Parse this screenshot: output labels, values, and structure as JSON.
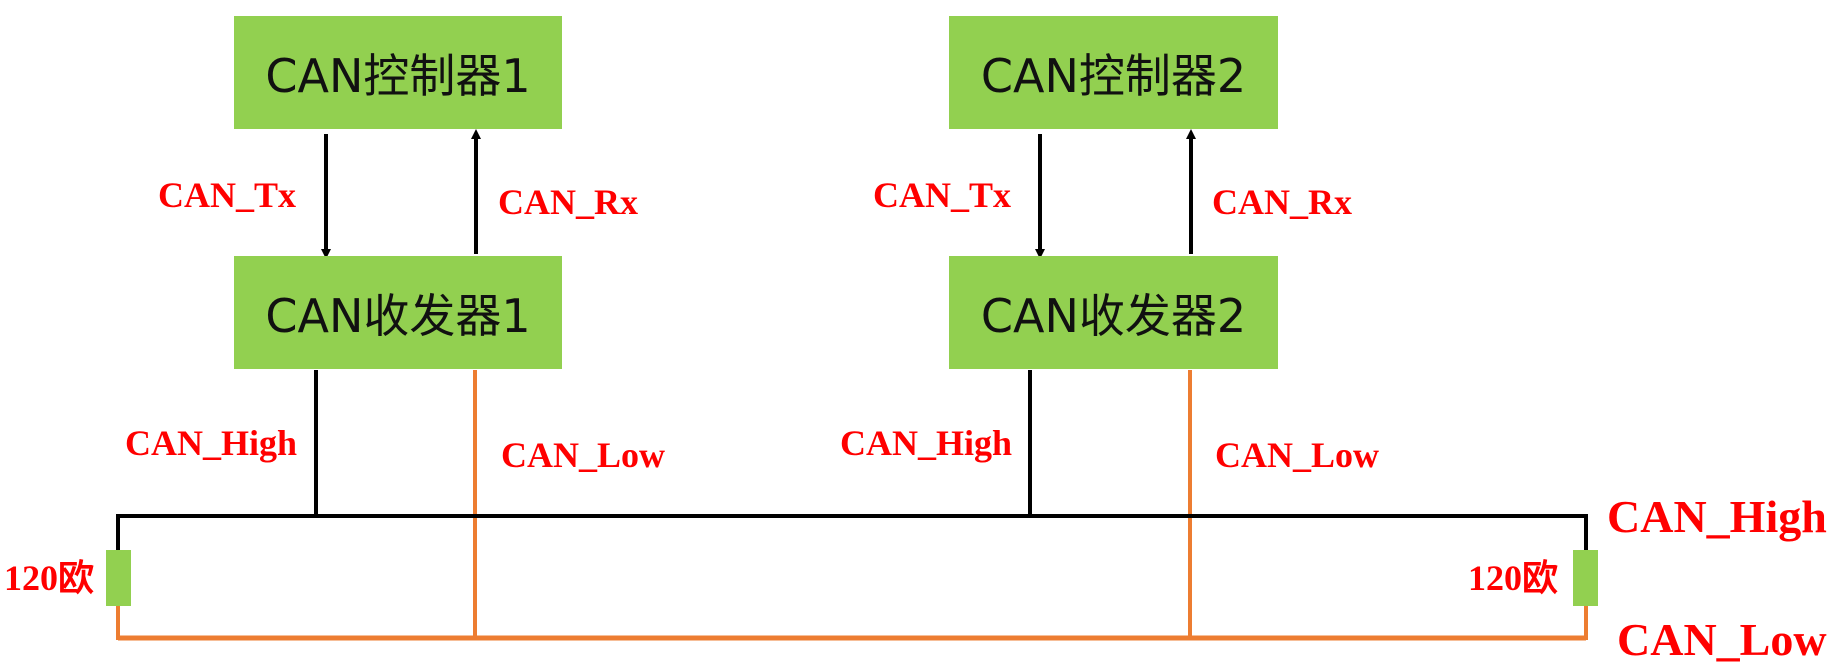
{
  "controllers": [
    "CAN控制器1",
    "CAN控制器2"
  ],
  "transceivers": [
    "CAN收发器1",
    "CAN收发器2"
  ],
  "signals": {
    "tx": "CAN_Tx",
    "rx": "CAN_Rx",
    "high": "CAN_High",
    "low": "CAN_Low"
  },
  "bus": {
    "high_label": "CAN_High",
    "low_label": "CAN_Low"
  },
  "resistor_label": "120欧",
  "colors": {
    "box_fill": "#92d050",
    "label_red": "#ff0000",
    "high_line": "#000000",
    "low_line": "#ed7d31"
  }
}
